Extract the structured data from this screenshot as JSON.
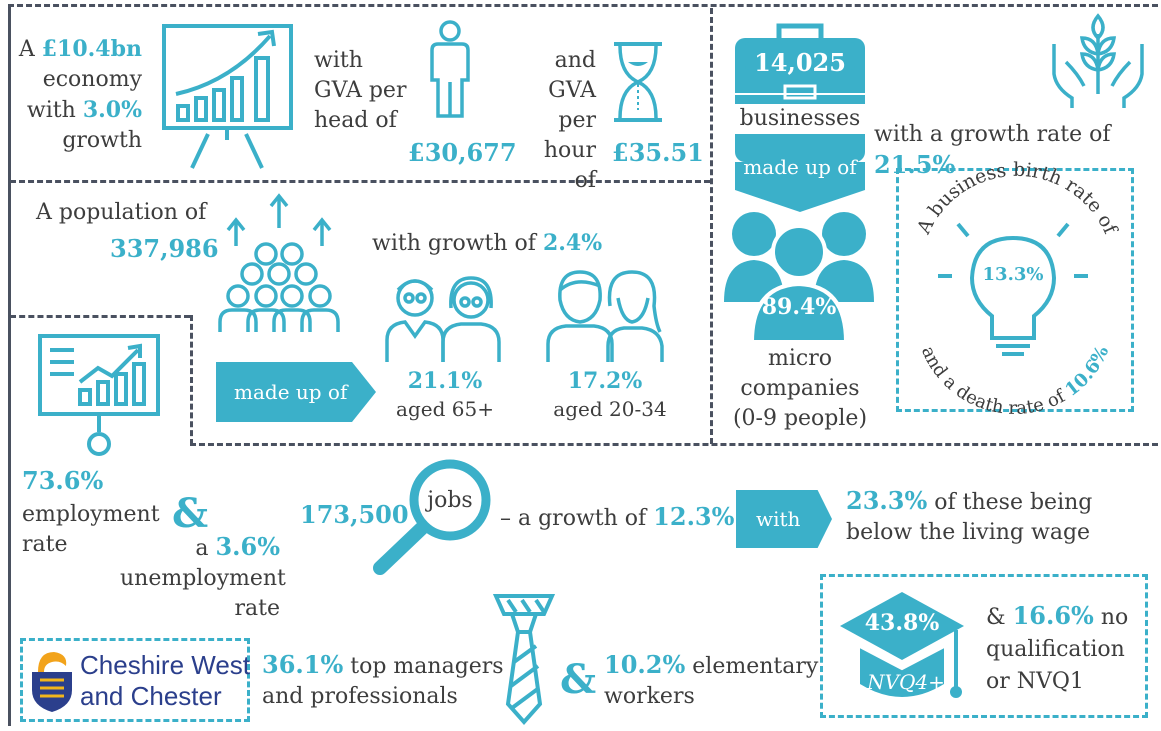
{
  "colors": {
    "accent": "#3bb0c9",
    "text": "#3d3d3d",
    "divider": "#4a5160"
  },
  "economy": {
    "prefix": "A",
    "value": "£10.4bn",
    "line2": "economy",
    "with": "with",
    "growth": "3.0%",
    "line4": "growth"
  },
  "gva_head": {
    "l1": "with",
    "l2": "GVA per",
    "l3": "head of",
    "value": "£30,677"
  },
  "gva_hour": {
    "l1": "and",
    "l2": "GVA per",
    "l3": "hour of",
    "value": "£35.51"
  },
  "population": {
    "label": "A population of",
    "value": "337,986",
    "growth_label": "with growth of",
    "growth_value": "2.4%",
    "made_up_of": "made up of",
    "aged65_value": "21.1%",
    "aged65_label": "aged 65+",
    "aged2034_value": "17.2%",
    "aged2034_label": "aged 20-34"
  },
  "businesses": {
    "value": "14,025",
    "label": "businesses",
    "made_up_of": "made up of",
    "growth_label": "with a growth rate of",
    "growth_value": "21.5%",
    "micro_value": "89.4%",
    "micro_l1": "micro",
    "micro_l2": "companies",
    "micro_l3": "(0-9 people)",
    "birth_label": "A business birth rate of",
    "birth_value": "13.3%",
    "death_label": "and a death rate of",
    "death_value": "10.6%"
  },
  "employment": {
    "emp_value": "73.6%",
    "emp_label1": "employment",
    "emp_label2": "rate",
    "amp": "&",
    "unemp_prefix": "a",
    "unemp_value": "3.6%",
    "unemp_label1": "unemployment",
    "unemp_label2": "rate"
  },
  "jobs": {
    "value": "173,500",
    "label": "jobs",
    "growth_prefix": "– a growth of",
    "growth_value": "12.3%",
    "with": "with",
    "living_value": "23.3%",
    "living_l1": "of these being",
    "living_l2": "below the living wage"
  },
  "occupations": {
    "managers_value": "36.1%",
    "managers_l1": "top managers",
    "managers_l2": "and professionals",
    "amp": "&",
    "elementary_value": "10.2%",
    "elementary_l1": "elementary",
    "elementary_l2": "workers"
  },
  "qualifications": {
    "nvq4_value": "43.8%",
    "nvq4_label": "NVQ4+",
    "amp_prefix": "&",
    "noqual_value": "16.6%",
    "noqual_l1": "no",
    "noqual_l2": "qualification",
    "noqual_l3": "or NVQ1"
  },
  "logo": {
    "line1": "Cheshire West",
    "line2": "and Chester"
  }
}
